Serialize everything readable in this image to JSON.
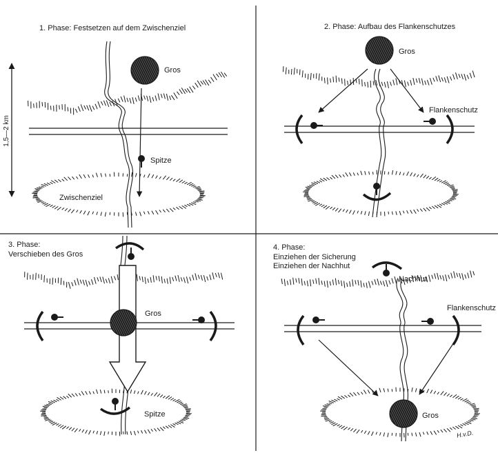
{
  "distance_label": "1,5—2 km",
  "signature": "H.v.D.",
  "panels": [
    {
      "title": [
        "1. Phase: Festsetzen auf dem Zwischenziel"
      ],
      "labels": {
        "gros": "Gros",
        "spitze": "Spitze",
        "zwischenziel": "Zwischenziel"
      }
    },
    {
      "title": [
        "2. Phase: Aufbau des Flankenschutzes"
      ],
      "labels": {
        "gros": "Gros",
        "flankenschutz": "Flankenschutz"
      }
    },
    {
      "title": [
        "3. Phase:",
        "Verschieben des Gros"
      ],
      "labels": {
        "gros": "Gros",
        "spitze": "Spitze"
      }
    },
    {
      "title": [
        "4. Phase:",
        "Einziehen der Sicherung",
        "Einziehen der Nachhut"
      ],
      "labels": {
        "gros": "Gros",
        "nachhut": "Nachhut",
        "flankenschutz": "Flankenschutz"
      }
    }
  ]
}
